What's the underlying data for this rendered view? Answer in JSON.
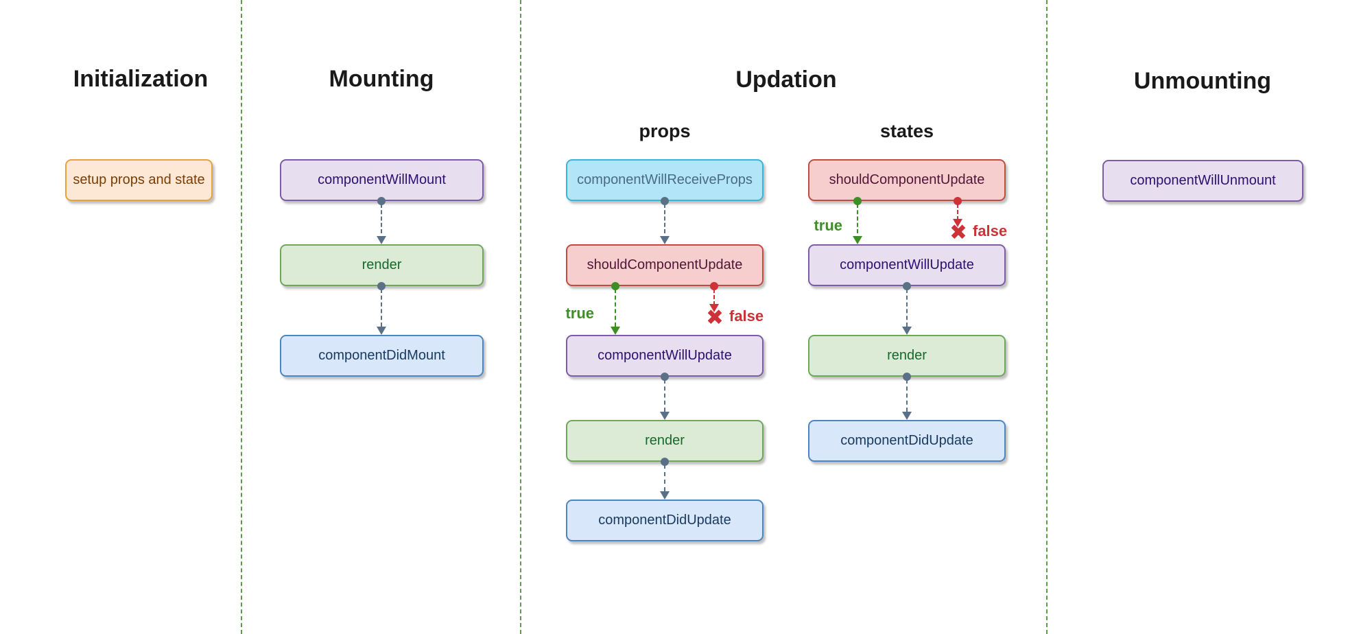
{
  "palette": {
    "canvas-bg": "#ffffff",
    "divider-green": "#5d9c4a",
    "title-color": "#1a1a1a",
    "edge-gray": "#5a7087",
    "branch-green": "#3e8e26",
    "branch-red": "#cc3238",
    "orange-fill": "#fce8d5",
    "orange-border": "#e7a33b",
    "orange-text": "#7a3e04",
    "purple-fill": "#e7def0",
    "purple-border": "#7d5ba6",
    "purple-text": "#2d0f6e",
    "green-fill": "#dcebd5",
    "green-border": "#6fa75a",
    "green-text": "#17682c",
    "blue-fill": "#d8e7fa",
    "blue-border": "#4c84c4",
    "blue-text": "#18395f",
    "cyan-fill": "#b2e5f7",
    "cyan-border": "#38b6d6",
    "cyan-text": "#4a6a85",
    "red-fill": "#f6cece",
    "red-border": "#c14b40",
    "red-text": "#511437"
  },
  "icons": {
    "false-x": "✖"
  },
  "columns": {
    "initialization": {
      "title": "Initialization",
      "nodes": {
        "setup": {
          "label": "setup props and state"
        }
      }
    },
    "mounting": {
      "title": "Mounting",
      "nodes": {
        "willMount": {
          "label": "componentWillMount"
        },
        "render": {
          "label": "render"
        },
        "didMount": {
          "label": "componentDidMount"
        }
      }
    },
    "updation": {
      "title": "Updation",
      "props": {
        "label": "props",
        "nodes": {
          "willReceiveProps": {
            "label": "componentWillReceiveProps"
          },
          "shouldUpdate": {
            "label": "shouldComponentUpdate"
          },
          "willUpdate": {
            "label": "componentWillUpdate"
          },
          "render": {
            "label": "render"
          },
          "didUpdate": {
            "label": "componentDidUpdate"
          }
        },
        "branch": {
          "true_label": "true",
          "false_label": "false"
        }
      },
      "states": {
        "label": "states",
        "nodes": {
          "shouldUpdate": {
            "label": "shouldComponentUpdate"
          },
          "willUpdate": {
            "label": "componentWillUpdate"
          },
          "render": {
            "label": "render"
          },
          "didUpdate": {
            "label": "componentDidUpdate"
          }
        },
        "branch": {
          "true_label": "true",
          "false_label": "false"
        }
      }
    },
    "unmounting": {
      "title": "Unmounting",
      "nodes": {
        "willUnmount": {
          "label": "componentWillUnmount"
        }
      }
    }
  }
}
